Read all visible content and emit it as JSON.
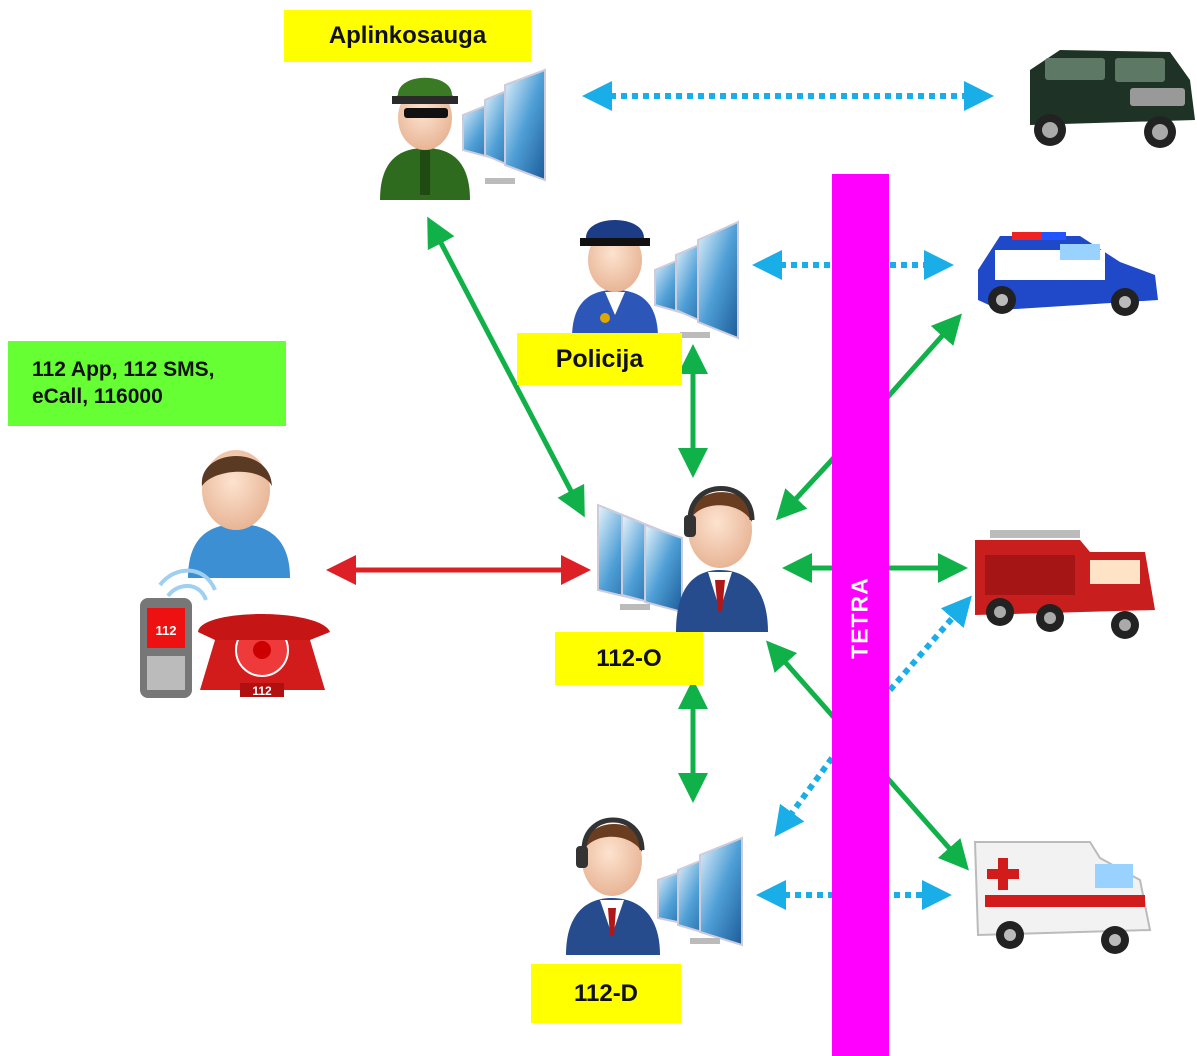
{
  "labels": {
    "aplinkosauga": "Aplinkosauga",
    "policija": "Policija",
    "operator": "112-O",
    "dispatcher": "112-D",
    "channels_line1": "112 App, 112 SMS,",
    "channels_line2": "eCall, 116000",
    "tetra": "TETRA",
    "phone_screen": "112",
    "phone_base": "112"
  },
  "colors": {
    "label_yellow": "#ffff00",
    "label_green": "#66ff33",
    "tetra_bar": "#ff00ff",
    "arrow_green": "#11b14a",
    "arrow_red": "#dd1f26",
    "arrow_blue_dotted": "#1aaee8"
  },
  "icons": {
    "environment_officer": "uniformed-officer-green-icon",
    "police_officer": "police-officer-icon",
    "caller": "caller-person-icon",
    "operator": "headset-operator-icon",
    "dispatcher": "headset-dispatcher-icon",
    "jeep": "jeep-icon",
    "police_car": "police-car-icon",
    "fire_truck": "fire-truck-icon",
    "ambulance": "ambulance-icon",
    "mobile_phone": "mobile-phone-icon",
    "landline_phone": "landline-phone-icon"
  }
}
